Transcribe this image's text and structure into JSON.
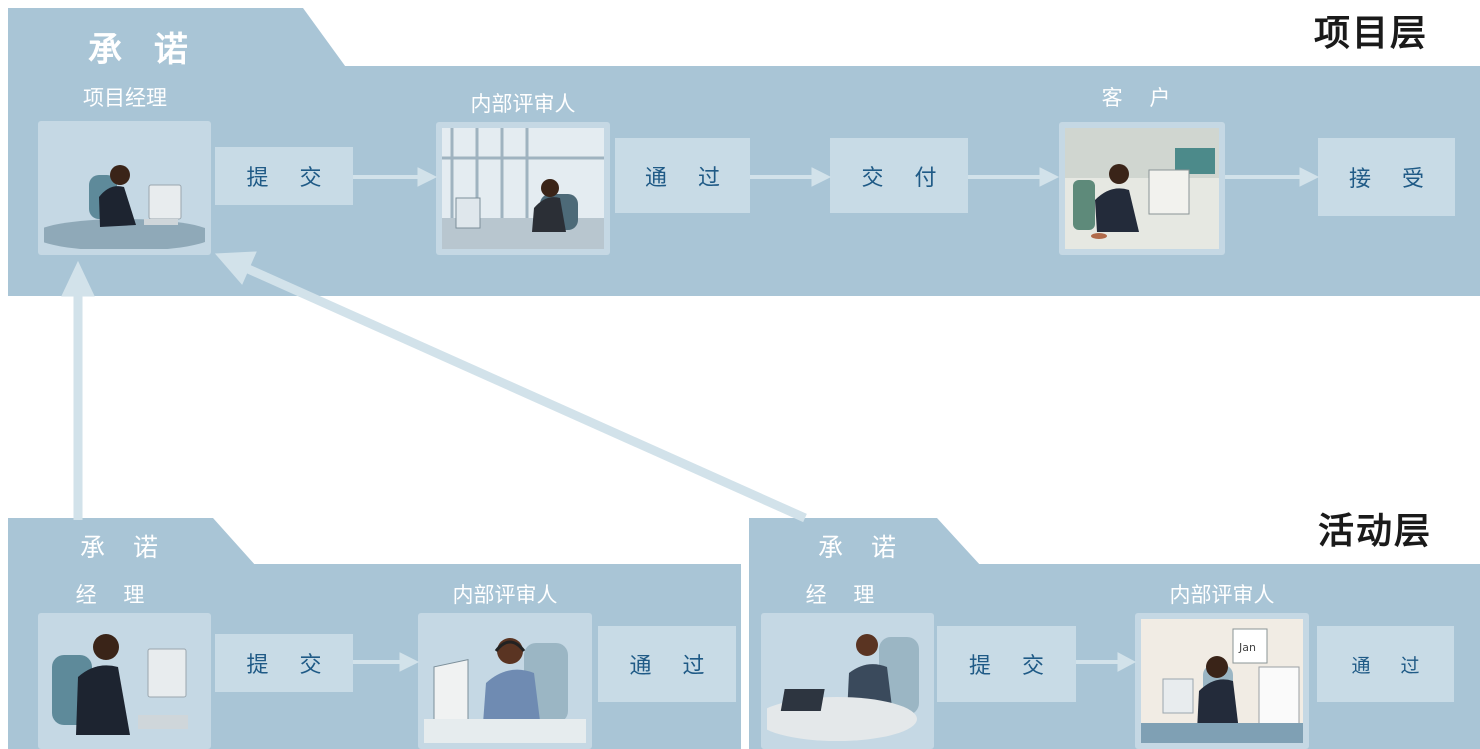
{
  "project_layer": {
    "layer_title": "项目层",
    "tab_label": "承 诺",
    "roles": [
      "项目经理",
      "内部评审人",
      "客 户"
    ],
    "steps": [
      "提 交",
      "通 过",
      "交 付",
      "接 受"
    ]
  },
  "activity_layer": {
    "layer_title": "活动层",
    "left": {
      "tab_label": "承 诺",
      "roles": [
        "经 理",
        "内部评审人"
      ],
      "steps": [
        "提 交",
        "通 过"
      ]
    },
    "right": {
      "tab_label": "承 诺",
      "roles": [
        "经 理",
        "内部评审人"
      ],
      "steps": [
        "提 交",
        "通 过"
      ],
      "calendar_text": "Jan"
    }
  },
  "icons": [
    "manager-at-desk",
    "reviewer-at-window",
    "customer-at-desk",
    "manager-at-desk",
    "reviewer-with-headset",
    "manager-with-laptop",
    "reviewer-with-calendar"
  ],
  "colors": {
    "panel": "#a9c5d6",
    "step_box": "#c8dbe6",
    "step_text": "#1f5a86",
    "arrow": "#d2e2ea",
    "title_text": "#1a1a1a"
  }
}
